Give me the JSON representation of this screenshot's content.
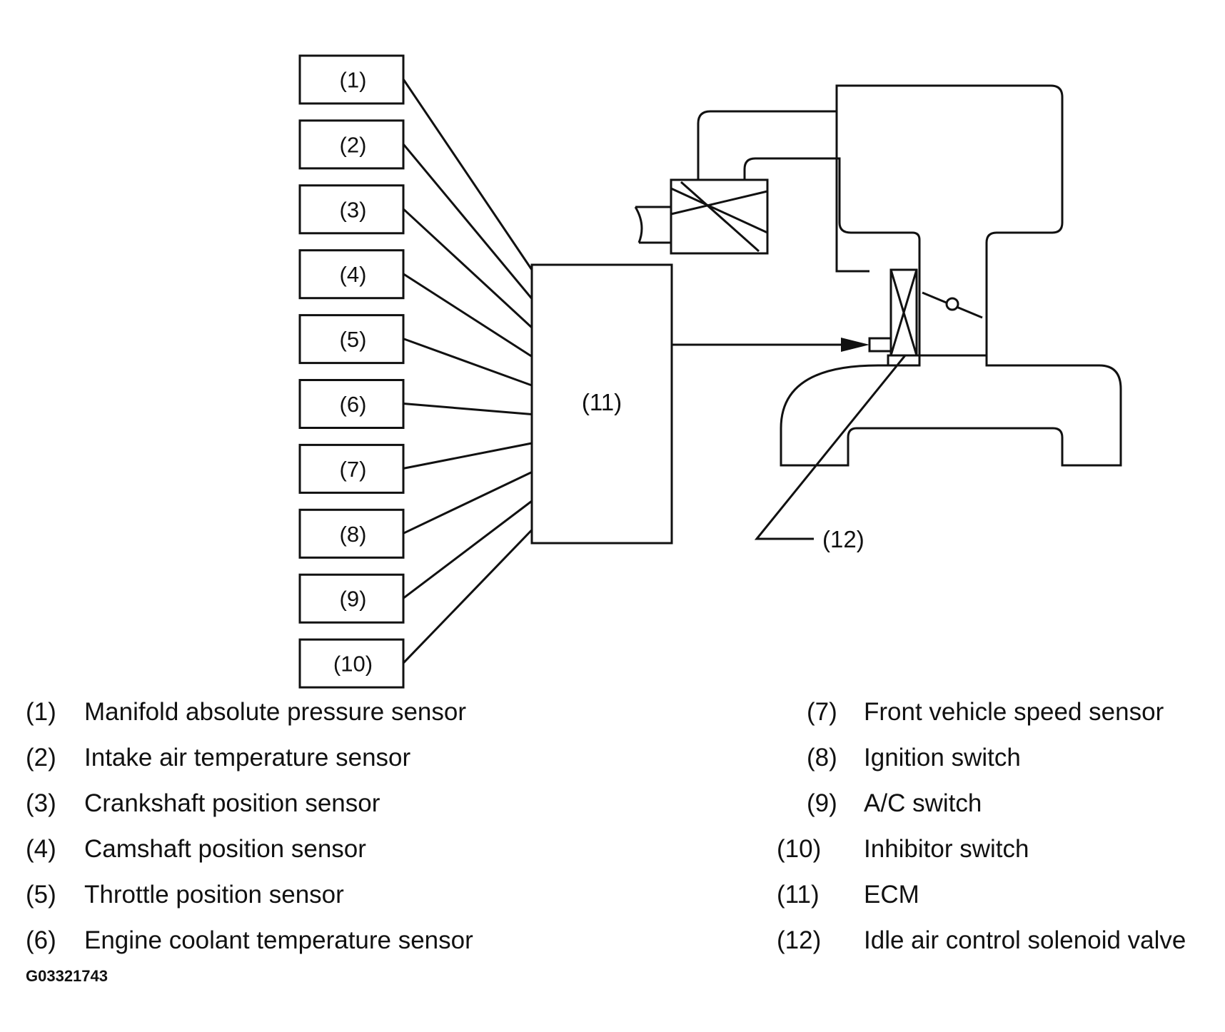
{
  "diagram": {
    "sensor_boxes": [
      "(1)",
      "(2)",
      "(3)",
      "(4)",
      "(5)",
      "(6)",
      "(7)",
      "(8)",
      "(9)",
      "(10)"
    ],
    "ecm_label": "(11)",
    "valve_label": "(12)"
  },
  "legend": [
    {
      "num": "(1)",
      "text": "Manifold absolute pressure sensor"
    },
    {
      "num": "(2)",
      "text": "Intake air temperature sensor"
    },
    {
      "num": "(3)",
      "text": "Crankshaft position sensor"
    },
    {
      "num": "(4)",
      "text": "Camshaft position sensor"
    },
    {
      "num": "(5)",
      "text": "Throttle position sensor"
    },
    {
      "num": "(6)",
      "text": "Engine coolant temperature sensor"
    },
    {
      "num": "(7)",
      "text": "Front vehicle speed sensor"
    },
    {
      "num": "(8)",
      "text": "Ignition switch"
    },
    {
      "num": "(9)",
      "text": "A/C switch"
    },
    {
      "num": "(10)",
      "text": "Inhibitor switch"
    },
    {
      "num": "(11)",
      "text": "ECM"
    },
    {
      "num": "(12)",
      "text": "Idle air control solenoid valve"
    }
  ],
  "figure_id": "G03321743"
}
